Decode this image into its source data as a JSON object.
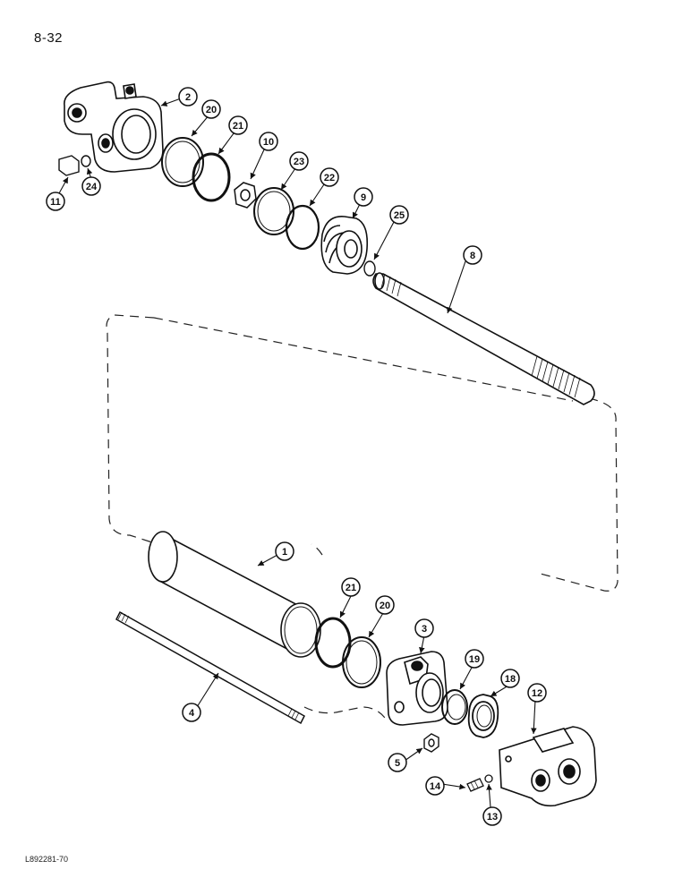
{
  "page_number": "8-32",
  "figure_code": "L892281-70",
  "callouts": [
    {
      "id": "c2",
      "label": "2"
    },
    {
      "id": "c20a",
      "label": "20"
    },
    {
      "id": "c21a",
      "label": "21"
    },
    {
      "id": "c10",
      "label": "10"
    },
    {
      "id": "c23",
      "label": "23"
    },
    {
      "id": "c22",
      "label": "22"
    },
    {
      "id": "c9",
      "label": "9"
    },
    {
      "id": "c25",
      "label": "25"
    },
    {
      "id": "c8",
      "label": "8"
    },
    {
      "id": "c11",
      "label": "11"
    },
    {
      "id": "c24",
      "label": "24"
    },
    {
      "id": "c1",
      "label": "1"
    },
    {
      "id": "c21b",
      "label": "21"
    },
    {
      "id": "c20b",
      "label": "20"
    },
    {
      "id": "c3",
      "label": "3"
    },
    {
      "id": "c19",
      "label": "19"
    },
    {
      "id": "c18",
      "label": "18"
    },
    {
      "id": "c12",
      "label": "12"
    },
    {
      "id": "c4",
      "label": "4"
    },
    {
      "id": "c5",
      "label": "5"
    },
    {
      "id": "c14",
      "label": "14"
    },
    {
      "id": "c13",
      "label": "13"
    }
  ]
}
